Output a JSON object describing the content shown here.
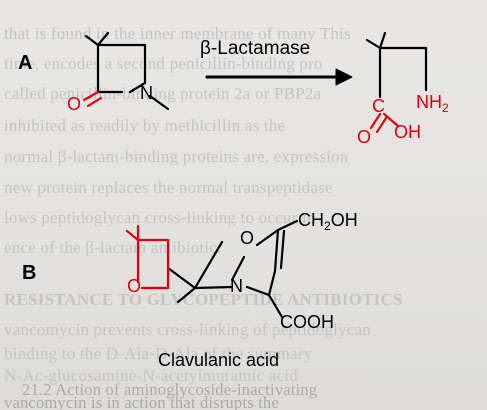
{
  "background_text": [
    "that is found in the inner membrane of many This",
    "time, encodes a second penicillin-binding pro",
    "called penicillin-binding protein 2a or PBP2a",
    "inhibited as readily by methicillin as the",
    "normal β-lactam-binding proteins are, expression",
    "new protein replaces the normal transpeptidase",
    "lows peptidoglycan cross-linking to occur in",
    "ence of the β-lactam antibiotic.",
    "",
    "RESISTANCE TO GLYCOPEPTIDE ANTIBIOTICS",
    "vancomycin prevents cross-linking of peptidoglycan",
    "binding to the D-Ala-D-Ala of the summary",
    "N-Ac-glucosamine-N-acetylmuramic acid",
    "vancomycin is in action that disrupts the",
    "21.2 Action of aminoglycoside-inactivating"
  ],
  "diagram": {
    "panel_a_label": "A",
    "panel_b_label": "B",
    "enzyme_label": "β-Lactamase",
    "reactant_atoms": {
      "carbonyl_o": "O",
      "nitrogen": "N"
    },
    "product_atoms": {
      "carbonyl_o": "O",
      "hydroxyl": "OH",
      "amine": "NH",
      "amine_sub": "2"
    },
    "clavulanic_atoms": {
      "ring_o": "O",
      "hydroxymethyl": "CH",
      "hydroxymethyl_sub": "2",
      "hydroxymethyl_oh": "OH",
      "nitrogen": "N",
      "carbonyl_o": "O",
      "carboxyl": "COOH"
    },
    "caption": "Clavulanic acid"
  },
  "colors": {
    "red": "#e0000b",
    "black": "#000000",
    "page_background": "#e5e4e2",
    "background_text": "#c4c3c0"
  }
}
